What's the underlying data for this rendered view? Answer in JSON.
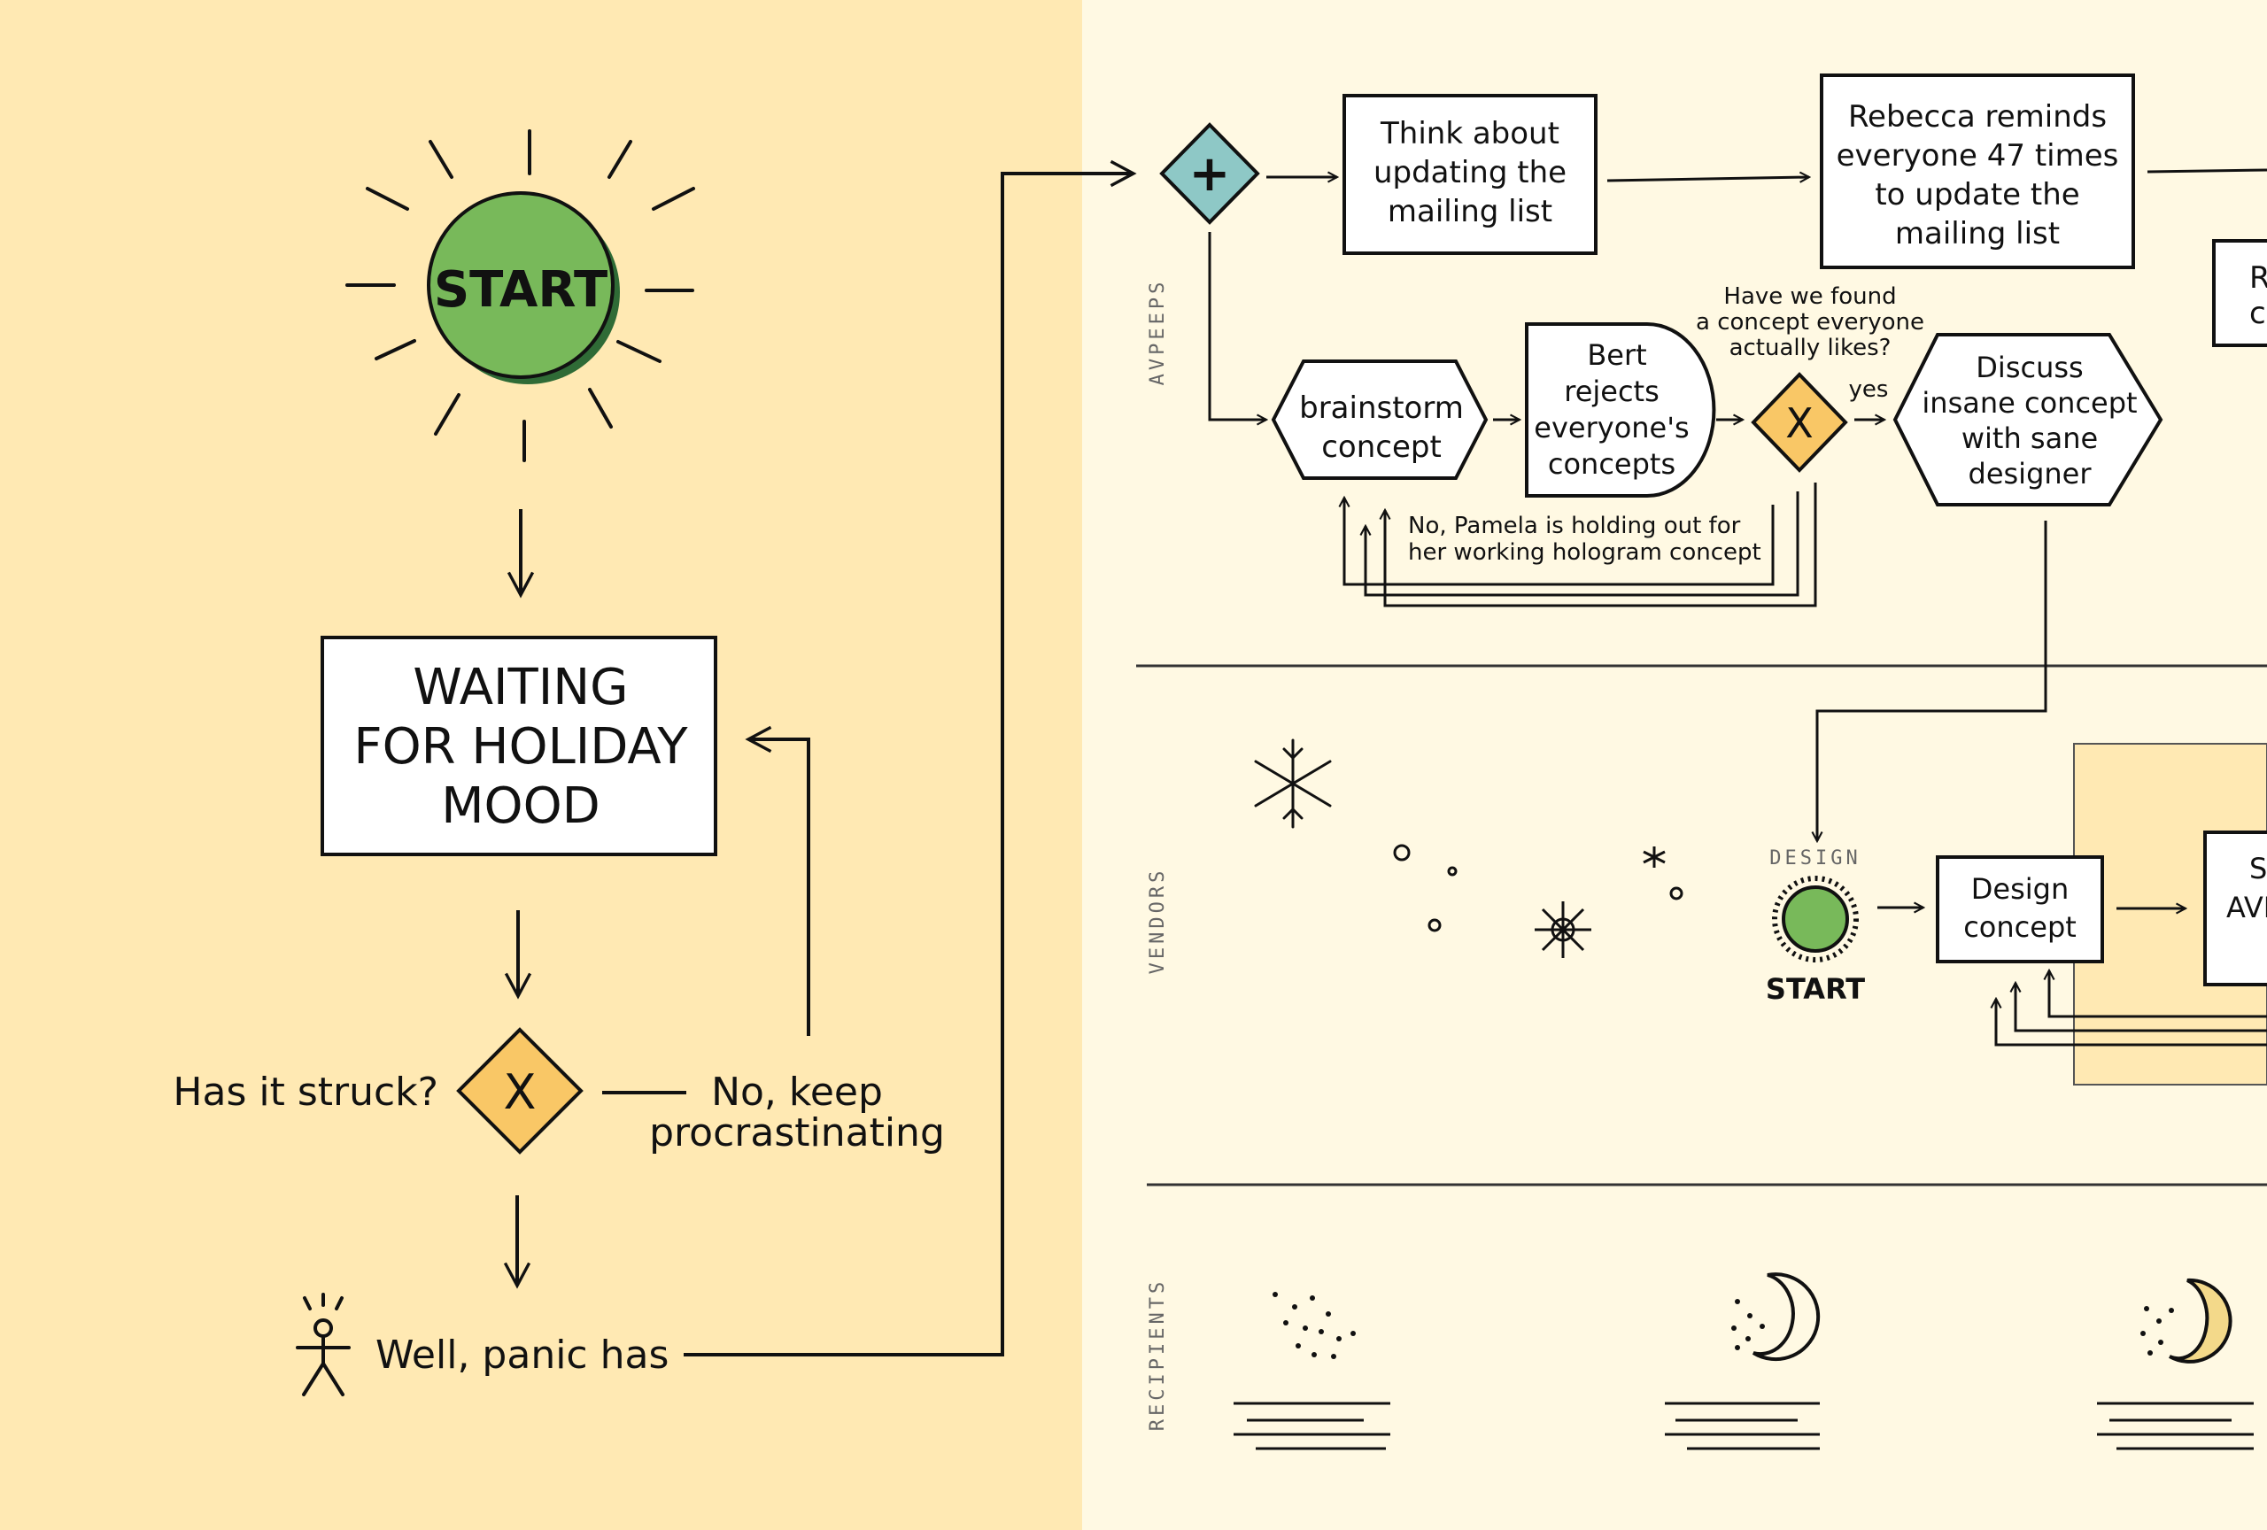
{
  "left": {
    "start": "START",
    "waiting_line1": "WAITING",
    "waiting_line2": "FOR HOLIDAY",
    "waiting_line3": "MOOD",
    "gateway_x": "X",
    "question": "Has it struck?",
    "no_line1": "No, keep",
    "no_line2": "procrastinating",
    "panic": "Well, panic has"
  },
  "lanes": {
    "avpeeps": "AVPEEPS",
    "vendors": "VENDORS",
    "recipients": "RECIPIENTS"
  },
  "avpeeps": {
    "parallel_plus": "+",
    "think_line1": "Think about",
    "think_line2": "updating the",
    "think_line3": "mailing list",
    "rebecca_line1": "Rebecca reminds",
    "rebecca_line2": "everyone 47 times",
    "rebecca_line3": "to update the",
    "rebecca_line4": "mailing list",
    "cut_right_line1": "R",
    "cut_right_line2": "c",
    "brainstorm_line1": "brainstorm",
    "brainstorm_line2": "concept",
    "bert_line1": "Bert",
    "bert_line2": "rejects",
    "bert_line3": "everyone's",
    "bert_line4": "concepts",
    "found_line1": "Have we found",
    "found_line2": "a concept everyone",
    "found_line3": "actually likes?",
    "gateway_x": "X",
    "yes": "yes",
    "discuss_line1": "Discuss",
    "discuss_line2": "insane concept",
    "discuss_line3": "with sane",
    "discuss_line4": "designer",
    "pamela_line1": "No, Pamela is holding out for",
    "pamela_line2": "her working hologram concept"
  },
  "vendors": {
    "design_label": "DESIGN",
    "start": "START",
    "design_line1": "Design",
    "design_line2": "concept",
    "cut_right_line1": "S",
    "cut_right_line2": "AVP"
  },
  "colors": {
    "left_bg": "#ffe9b3",
    "right_bg": "#fff9e3",
    "green": "#78b95a",
    "orange": "#f9c766",
    "teal": "#8ec8c6",
    "ink": "#111111"
  }
}
